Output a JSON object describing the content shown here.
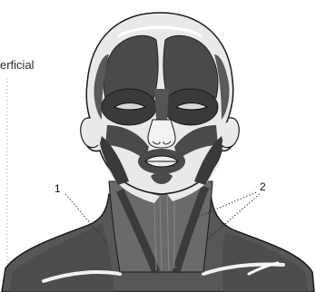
{
  "caption": {
    "text": "erficial"
  },
  "callouts": [
    {
      "id": "1",
      "text": "1"
    },
    {
      "id": "2",
      "text": "2"
    }
  ],
  "colors": {
    "muscle": "#4a4a4a",
    "muscle_dark": "#2f2f2f",
    "skin": "#e9e9e9",
    "outline": "#1a1a1a",
    "bone": "#f2f2f2",
    "leader": "#333333",
    "caption_rule": "#b5b5b5"
  }
}
